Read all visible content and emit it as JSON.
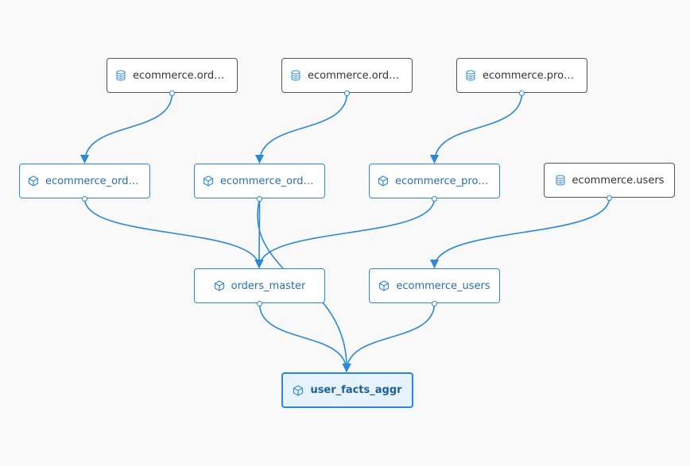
{
  "colors": {
    "edge": "#2a88d6",
    "source_border": "#555555",
    "model_border": "#2a88d6",
    "selected_bg": "#e6f2fc",
    "background": "#f9f9f9"
  },
  "nodes": [
    {
      "id": "src_order_items",
      "label": "ecommerce.order…",
      "kind": "source",
      "icon": "database-icon"
    },
    {
      "id": "src_orders",
      "label": "ecommerce.orders",
      "kind": "source",
      "icon": "database-icon"
    },
    {
      "id": "src_products",
      "label": "ecommerce.prod…",
      "kind": "source",
      "icon": "database-icon"
    },
    {
      "id": "stg_order_items",
      "label": "ecommerce_order…",
      "kind": "model",
      "icon": "cube-icon"
    },
    {
      "id": "stg_orders",
      "label": "ecommerce_orders",
      "kind": "model",
      "icon": "cube-icon"
    },
    {
      "id": "stg_products",
      "label": "ecommerce_prod…",
      "kind": "model",
      "icon": "cube-icon"
    },
    {
      "id": "src_users",
      "label": "ecommerce.users",
      "kind": "source",
      "icon": "database-icon"
    },
    {
      "id": "orders_master",
      "label": "orders_master",
      "kind": "model",
      "icon": "cube-icon"
    },
    {
      "id": "stg_users",
      "label": "ecommerce_users",
      "kind": "model",
      "icon": "cube-icon"
    },
    {
      "id": "user_facts_aggr",
      "label": "user_facts_aggr",
      "kind": "model",
      "icon": "cube-icon",
      "selected": true
    }
  ],
  "edges": [
    {
      "from": "src_order_items",
      "to": "stg_order_items"
    },
    {
      "from": "src_orders",
      "to": "stg_orders"
    },
    {
      "from": "src_products",
      "to": "stg_products"
    },
    {
      "from": "stg_order_items",
      "to": "orders_master"
    },
    {
      "from": "stg_orders",
      "to": "orders_master"
    },
    {
      "from": "stg_products",
      "to": "orders_master"
    },
    {
      "from": "src_users",
      "to": "stg_users"
    },
    {
      "from": "orders_master",
      "to": "user_facts_aggr"
    },
    {
      "from": "stg_users",
      "to": "user_facts_aggr"
    },
    {
      "from": "stg_orders",
      "to": "user_facts_aggr"
    }
  ]
}
